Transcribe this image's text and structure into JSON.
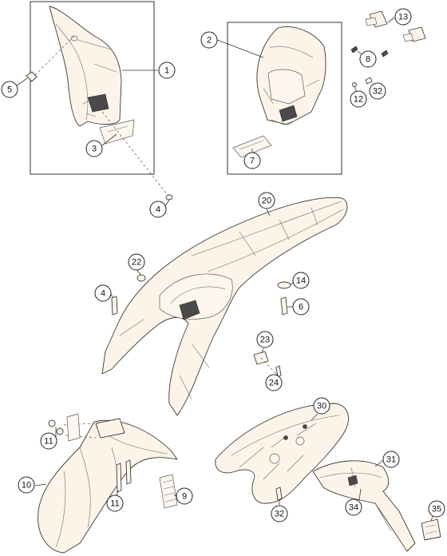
{
  "callouts": [
    {
      "id": "c1",
      "label": "1"
    },
    {
      "id": "c2",
      "label": "2"
    },
    {
      "id": "c3",
      "label": "3"
    },
    {
      "id": "c4a",
      "label": "4"
    },
    {
      "id": "c4b",
      "label": "4"
    },
    {
      "id": "c5",
      "label": "5"
    },
    {
      "id": "c6",
      "label": "6"
    },
    {
      "id": "c7",
      "label": "7"
    },
    {
      "id": "c8",
      "label": "8"
    },
    {
      "id": "c9",
      "label": "9"
    },
    {
      "id": "c10",
      "label": "10"
    },
    {
      "id": "c11a",
      "label": "11"
    },
    {
      "id": "c11b",
      "label": "11"
    },
    {
      "id": "c12",
      "label": "12"
    },
    {
      "id": "c13",
      "label": "13"
    },
    {
      "id": "c14",
      "label": "14"
    },
    {
      "id": "c20",
      "label": "20"
    },
    {
      "id": "c22",
      "label": "22"
    },
    {
      "id": "c23",
      "label": "23"
    },
    {
      "id": "c24",
      "label": "24"
    },
    {
      "id": "c30",
      "label": "30"
    },
    {
      "id": "c31",
      "label": "31"
    },
    {
      "id": "c32a",
      "label": "32"
    },
    {
      "id": "c32b",
      "label": "32"
    },
    {
      "id": "c34",
      "label": "34"
    },
    {
      "id": "c35",
      "label": "35"
    }
  ]
}
